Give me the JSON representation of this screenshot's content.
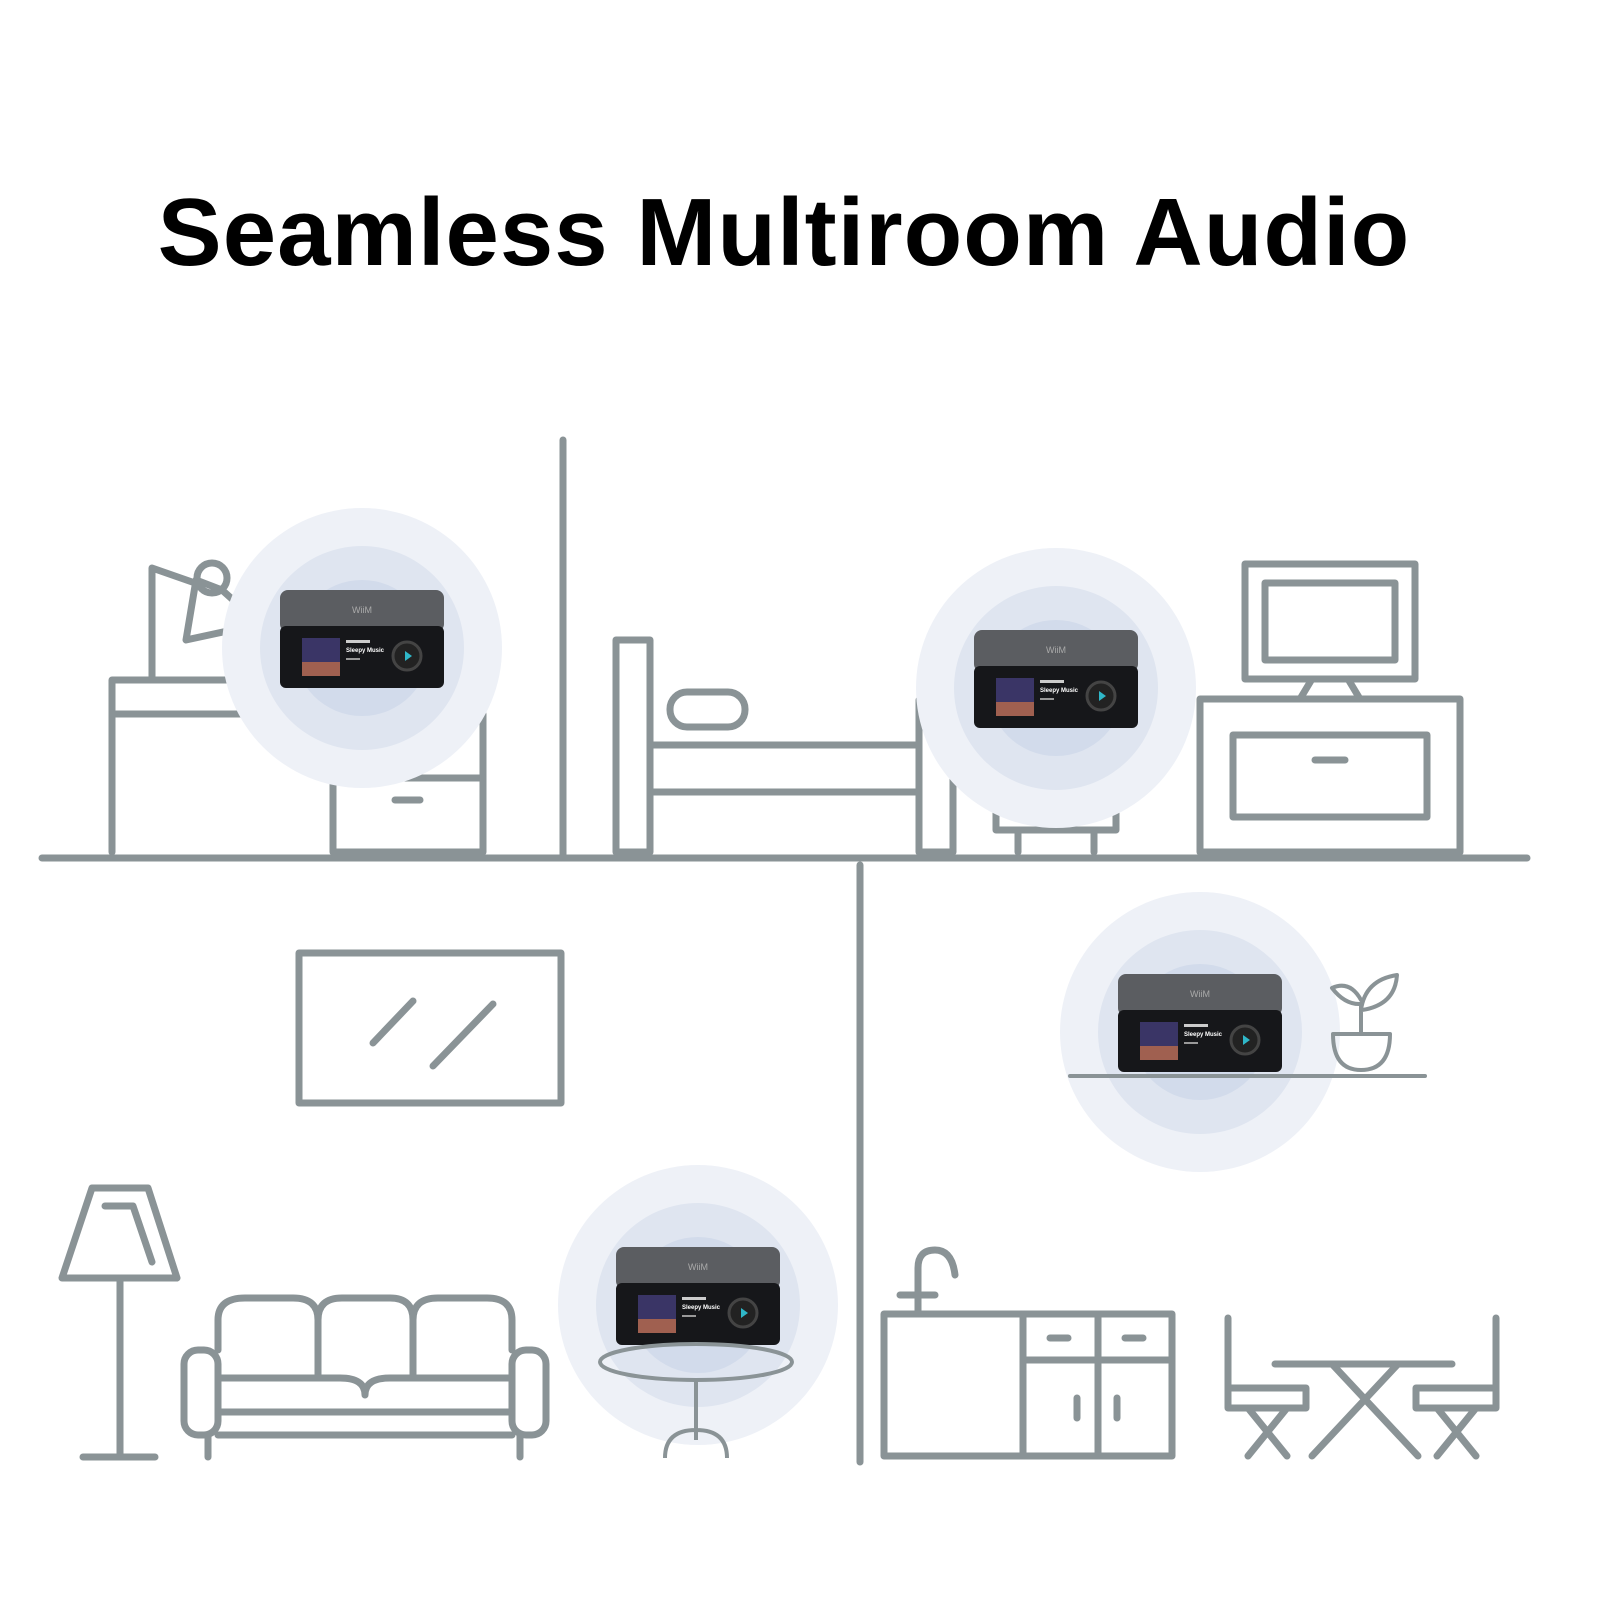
{
  "title": "Seamless Multiroom Audio",
  "device": {
    "logo": "WiiM",
    "screen_track": "Sleepy Music"
  },
  "colors": {
    "line": "#8a9396",
    "wave": "#c9d3e6",
    "device": "#1c1c1e"
  }
}
